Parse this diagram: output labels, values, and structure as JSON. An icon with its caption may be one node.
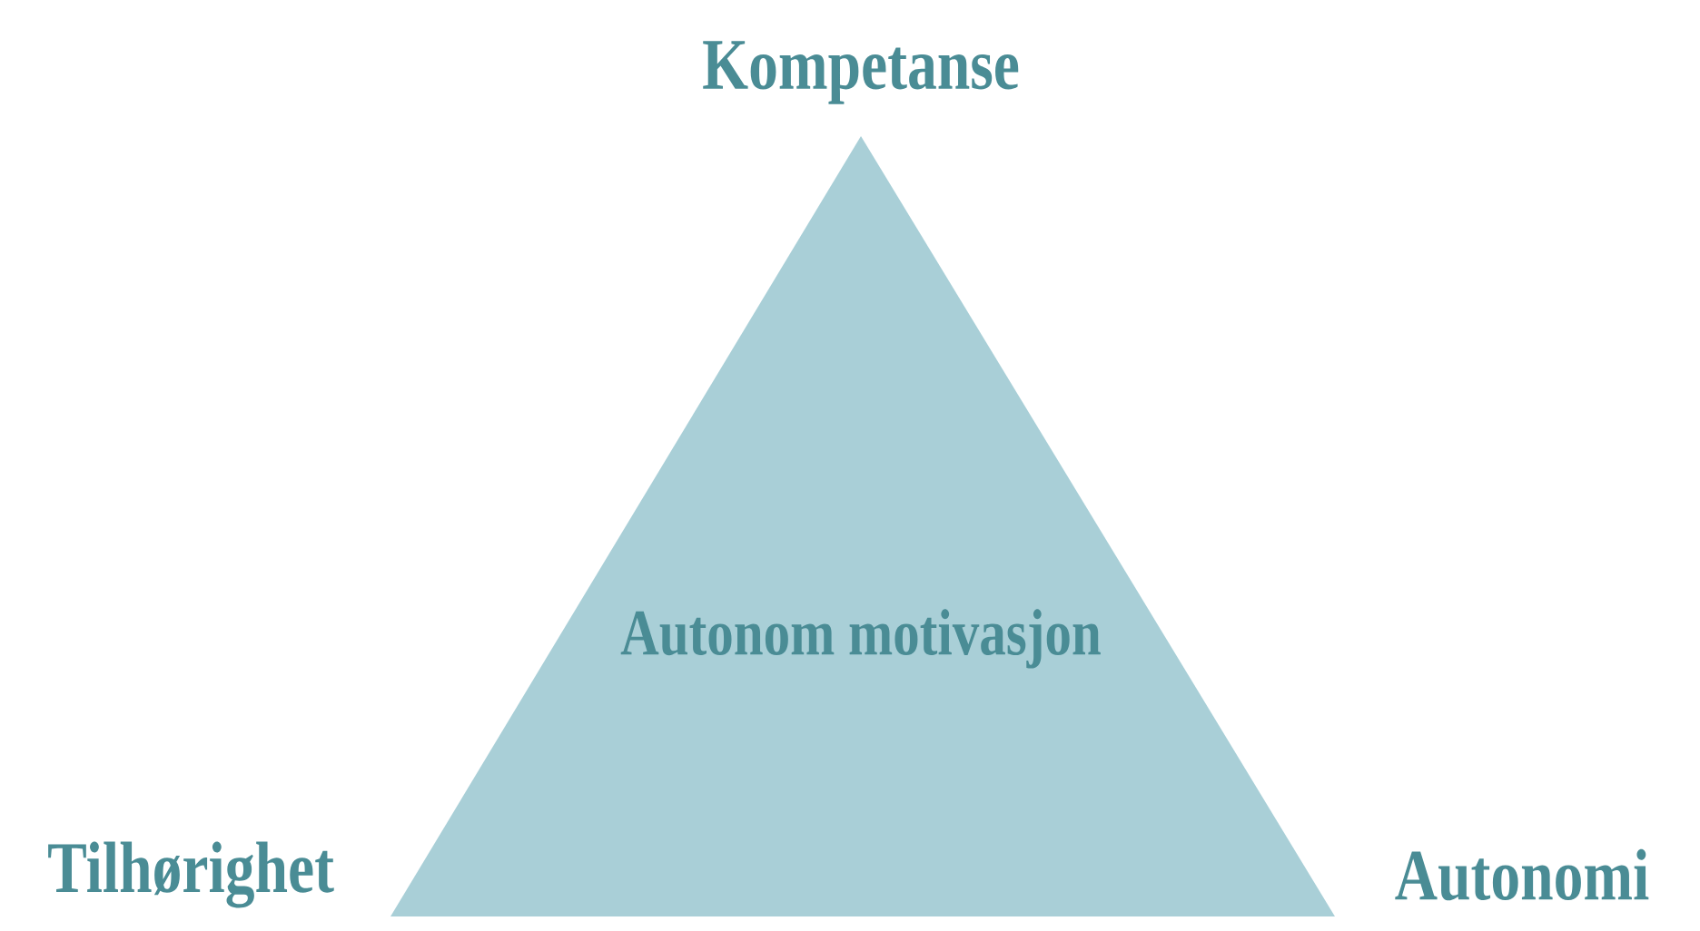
{
  "diagram": {
    "nodes": [
      {
        "text": [
          "Autonom motivasjon"
        ]
      }
    ],
    "labels": [
      "Kompetanse",
      "Tilhørighet",
      "Autonomi"
    ]
  }
}
